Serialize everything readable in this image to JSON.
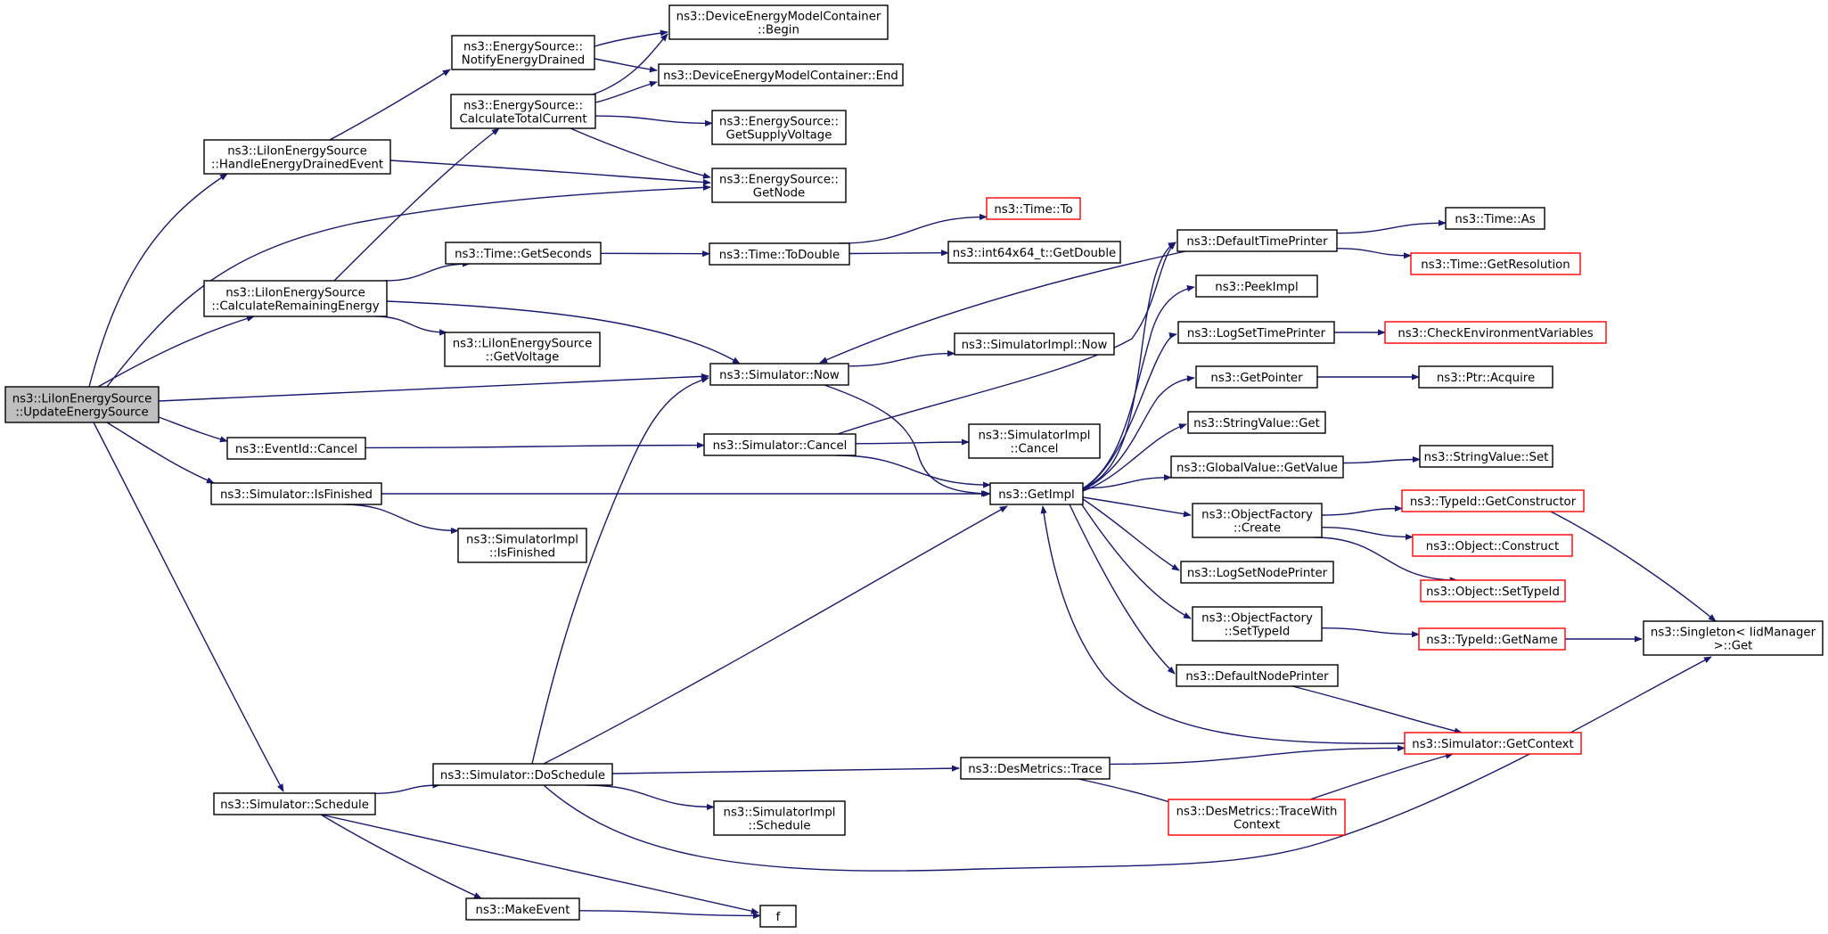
{
  "title": "",
  "colors": {
    "edge": "#191970",
    "node_border": "#000000",
    "truncated_border": "#ff0000",
    "start_fill": "#bfbfbf"
  },
  "nodes": [
    {
      "id": "update",
      "lines": [
        "ns3::LiIonEnergySource",
        "::UpdateEnergySource"
      ],
      "style": "start"
    },
    {
      "id": "handle",
      "lines": [
        "ns3::LiIonEnergySource",
        "::HandleEnergyDrainedEvent"
      ]
    },
    {
      "id": "calcRemain",
      "lines": [
        "ns3::LiIonEnergySource",
        "::CalculateRemainingEnergy"
      ]
    },
    {
      "id": "eventCancel",
      "lines": [
        "ns3::EventId::Cancel"
      ]
    },
    {
      "id": "isFinished",
      "lines": [
        "ns3::Simulator::IsFinished"
      ]
    },
    {
      "id": "schedule",
      "lines": [
        "ns3::Simulator::Schedule"
      ]
    },
    {
      "id": "notify",
      "lines": [
        "ns3::EnergySource::",
        "NotifyEnergyDrained"
      ]
    },
    {
      "id": "calcTotal",
      "lines": [
        "ns3::EnergySource::",
        "CalculateTotalCurrent"
      ]
    },
    {
      "id": "getSeconds",
      "lines": [
        "ns3::Time::GetSeconds"
      ]
    },
    {
      "id": "getVoltage",
      "lines": [
        "ns3::LiIonEnergySource",
        "::GetVoltage"
      ]
    },
    {
      "id": "simImplIsFinished",
      "lines": [
        "ns3::SimulatorImpl",
        "::IsFinished"
      ]
    },
    {
      "id": "doSchedule",
      "lines": [
        "ns3::Simulator::DoSchedule"
      ]
    },
    {
      "id": "makeEvent",
      "lines": [
        "ns3::MakeEvent"
      ]
    },
    {
      "id": "begin",
      "lines": [
        "ns3::DeviceEnergyModelContainer",
        "::Begin"
      ]
    },
    {
      "id": "end",
      "lines": [
        "ns3::DeviceEnergyModelContainer::End"
      ]
    },
    {
      "id": "supplyVoltage",
      "lines": [
        "ns3::EnergySource::",
        "GetSupplyVoltage"
      ]
    },
    {
      "id": "getNode",
      "lines": [
        "ns3::EnergySource::",
        "GetNode"
      ]
    },
    {
      "id": "toDouble",
      "lines": [
        "ns3::Time::ToDouble"
      ]
    },
    {
      "id": "simNow",
      "lines": [
        "ns3::Simulator::Now"
      ]
    },
    {
      "id": "simCancel",
      "lines": [
        "ns3::Simulator::Cancel"
      ]
    },
    {
      "id": "simImplSchedule",
      "lines": [
        "ns3::SimulatorImpl",
        "::Schedule"
      ]
    },
    {
      "id": "f",
      "lines": [
        "f"
      ]
    },
    {
      "id": "timeTo",
      "lines": [
        "ns3::Time::To"
      ],
      "style": "red"
    },
    {
      "id": "int64GetDouble",
      "lines": [
        "ns3::int64x64_t::GetDouble"
      ]
    },
    {
      "id": "simImplNow",
      "lines": [
        "ns3::SimulatorImpl::Now"
      ]
    },
    {
      "id": "simImplCancel",
      "lines": [
        "ns3::SimulatorImpl",
        "::Cancel"
      ]
    },
    {
      "id": "getImpl",
      "lines": [
        "ns3::GetImpl"
      ]
    },
    {
      "id": "desTrace",
      "lines": [
        "ns3::DesMetrics::Trace"
      ]
    },
    {
      "id": "defaultTimePrinter",
      "lines": [
        "ns3::DefaultTimePrinter"
      ]
    },
    {
      "id": "peekImpl",
      "lines": [
        "ns3::PeekImpl"
      ]
    },
    {
      "id": "logSetTimePrinter",
      "lines": [
        "ns3::LogSetTimePrinter"
      ]
    },
    {
      "id": "getPointer",
      "lines": [
        "ns3::GetPointer"
      ]
    },
    {
      "id": "stringValueGet",
      "lines": [
        "ns3::StringValue::Get"
      ]
    },
    {
      "id": "globalValueGetValue",
      "lines": [
        "ns3::GlobalValue::GetValue"
      ]
    },
    {
      "id": "objFactoryCreate",
      "lines": [
        "ns3::ObjectFactory",
        "::Create"
      ]
    },
    {
      "id": "logSetNodePrinter",
      "lines": [
        "ns3::LogSetNodePrinter"
      ]
    },
    {
      "id": "objFactorySetTypeId",
      "lines": [
        "ns3::ObjectFactory",
        "::SetTypeId"
      ]
    },
    {
      "id": "defaultNodePrinter",
      "lines": [
        "ns3::DefaultNodePrinter"
      ]
    },
    {
      "id": "traceWithContext",
      "lines": [
        "ns3::DesMetrics::TraceWith",
        "Context"
      ],
      "style": "red"
    },
    {
      "id": "timeAs",
      "lines": [
        "ns3::Time::As"
      ]
    },
    {
      "id": "getResolution",
      "lines": [
        "ns3::Time::GetResolution"
      ],
      "style": "red"
    },
    {
      "id": "checkEnv",
      "lines": [
        "ns3::CheckEnvironmentVariables"
      ],
      "style": "red"
    },
    {
      "id": "ptrAcquire",
      "lines": [
        "ns3::Ptr::Acquire"
      ]
    },
    {
      "id": "stringValueSet",
      "lines": [
        "ns3::StringValue::Set"
      ]
    },
    {
      "id": "getConstructor",
      "lines": [
        "ns3::TypeId::GetConstructor"
      ],
      "style": "red"
    },
    {
      "id": "objConstruct",
      "lines": [
        "ns3::Object::Construct"
      ],
      "style": "red"
    },
    {
      "id": "objSetTypeId",
      "lines": [
        "ns3::Object::SetTypeId"
      ],
      "style": "red"
    },
    {
      "id": "typeIdGetName",
      "lines": [
        "ns3::TypeId::GetName"
      ],
      "style": "red"
    },
    {
      "id": "simGetContext",
      "lines": [
        "ns3::Simulator::GetContext"
      ],
      "style": "red"
    },
    {
      "id": "singletonGet",
      "lines": [
        "ns3::Singleton< IidManager",
        " >::Get"
      ]
    }
  ],
  "edges": [
    [
      "update",
      "handle"
    ],
    [
      "update",
      "calcRemain"
    ],
    [
      "update",
      "eventCancel"
    ],
    [
      "update",
      "isFinished"
    ],
    [
      "update",
      "schedule"
    ],
    [
      "update",
      "getNode"
    ],
    [
      "update",
      "simNow"
    ],
    [
      "handle",
      "notify"
    ],
    [
      "handle",
      "getNode"
    ],
    [
      "calcRemain",
      "calcTotal"
    ],
    [
      "calcRemain",
      "getSeconds"
    ],
    [
      "calcRemain",
      "getVoltage"
    ],
    [
      "calcRemain",
      "simNow"
    ],
    [
      "notify",
      "begin"
    ],
    [
      "notify",
      "end"
    ],
    [
      "calcTotal",
      "begin"
    ],
    [
      "calcTotal",
      "end"
    ],
    [
      "calcTotal",
      "supplyVoltage"
    ],
    [
      "calcTotal",
      "getNode"
    ],
    [
      "getSeconds",
      "toDouble"
    ],
    [
      "toDouble",
      "timeTo"
    ],
    [
      "toDouble",
      "int64GetDouble"
    ],
    [
      "simNow",
      "simImplNow"
    ],
    [
      "simNow",
      "getImpl"
    ],
    [
      "eventCancel",
      "simCancel"
    ],
    [
      "simCancel",
      "simImplCancel"
    ],
    [
      "simCancel",
      "getImpl"
    ],
    [
      "simCancel",
      "defaultTimePrinter"
    ],
    [
      "isFinished",
      "getImpl"
    ],
    [
      "isFinished",
      "simImplIsFinished"
    ],
    [
      "schedule",
      "doSchedule"
    ],
    [
      "schedule",
      "makeEvent"
    ],
    [
      "schedule",
      "f"
    ],
    [
      "makeEvent",
      "f"
    ],
    [
      "doSchedule",
      "simNow"
    ],
    [
      "doSchedule",
      "getImpl"
    ],
    [
      "doSchedule",
      "desTrace"
    ],
    [
      "doSchedule",
      "simImplSchedule"
    ],
    [
      "doSchedule",
      "singletonGet"
    ],
    [
      "defaultTimePrinter",
      "simNow"
    ],
    [
      "defaultTimePrinter",
      "timeAs"
    ],
    [
      "defaultTimePrinter",
      "getResolution"
    ],
    [
      "getImpl",
      "defaultTimePrinter"
    ],
    [
      "getImpl",
      "peekImpl"
    ],
    [
      "getImpl",
      "logSetTimePrinter"
    ],
    [
      "getImpl",
      "getPointer"
    ],
    [
      "getImpl",
      "stringValueGet"
    ],
    [
      "getImpl",
      "globalValueGetValue"
    ],
    [
      "getImpl",
      "objFactoryCreate"
    ],
    [
      "getImpl",
      "logSetNodePrinter"
    ],
    [
      "getImpl",
      "objFactorySetTypeId"
    ],
    [
      "getImpl",
      "defaultNodePrinter"
    ],
    [
      "logSetTimePrinter",
      "checkEnv"
    ],
    [
      "getPointer",
      "ptrAcquire"
    ],
    [
      "globalValueGetValue",
      "stringValueSet"
    ],
    [
      "objFactoryCreate",
      "getConstructor"
    ],
    [
      "objFactoryCreate",
      "objConstruct"
    ],
    [
      "objFactoryCreate",
      "objSetTypeId"
    ],
    [
      "objFactorySetTypeId",
      "typeIdGetName"
    ],
    [
      "getConstructor",
      "singletonGet"
    ],
    [
      "typeIdGetName",
      "singletonGet"
    ],
    [
      "defaultNodePrinter",
      "simGetContext"
    ],
    [
      "simGetContext",
      "getImpl"
    ],
    [
      "desTrace",
      "simGetContext"
    ],
    [
      "desTrace",
      "traceWithContext"
    ],
    [
      "traceWithContext",
      "simGetContext"
    ]
  ]
}
